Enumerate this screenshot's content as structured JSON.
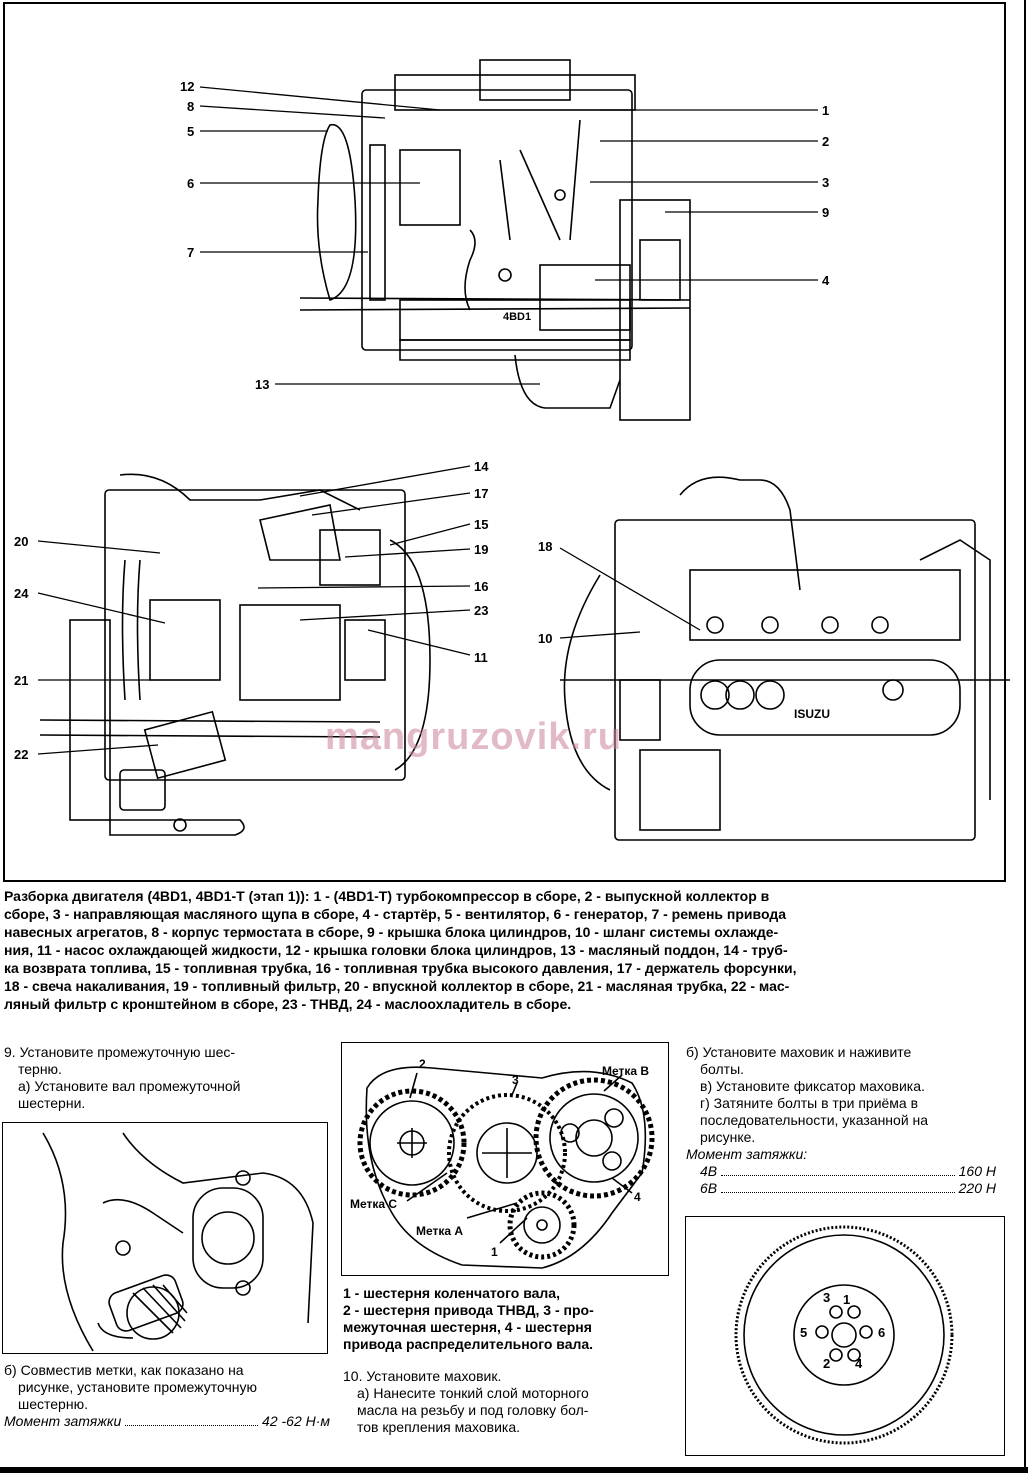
{
  "figure_callouts": {
    "top": [
      "12",
      "8",
      "5",
      "6",
      "7",
      "13",
      "1",
      "2",
      "3",
      "9",
      "4"
    ],
    "left": [
      "14",
      "17",
      "15",
      "19",
      "16",
      "23",
      "11",
      "20",
      "24",
      "21",
      "22"
    ],
    "right": [
      "18",
      "10"
    ],
    "engine_plate": "4BD1",
    "brand_plate": "ISUZU"
  },
  "watermark": "mangruzovik.ru",
  "caption_lines": [
    "Разборка двигателя (4BD1, 4BD1-T (этап 1)): 1 - (4BD1-T) турбокомпрессор в сборе, 2 - выпускной коллектор в",
    "сборе, 3 - направляющая масляного щупа в сборе, 4 - стартёр, 5 - вентилятор, 6 - генератор, 7 - ремень привода",
    "навесных агрегатов, 8 - корпус термостата в сборе, 9 - крышка блока цилиндров, 10 - шланг системы охлажде-",
    "ния, 11 - насос охлаждающей жидкости, 12 - крышка головки блока цилиндров, 13 - масляный поддон, 14 - труб-",
    "ка возврата топлива, 15 - топливная трубка, 16 - топливная трубка высокого давления, 17 - держатель форсунки,",
    "18 - свеча накаливания, 19 - топливный фильтр, 20 - впускной коллектор в сборе, 21 - масляная трубка, 22 - мас-",
    "ляный фильтр с кронштейном в сборе, 23 - ТНВД, 24 - маслоохладитель в сборе."
  ],
  "col1": {
    "step9_line1": "9. Установите промежуточную шес-",
    "step9_line2": "терню.",
    "a_line1": "а) Установите вал промежуточной",
    "a_line2": "шестерни.",
    "b_line1": "б) Совместив метки, как показано на",
    "b_line2": "рисунке, установите промежуточную",
    "b_line3": "шестерню.",
    "torque_label": "Момент затяжки",
    "torque_value": "42 -62 Н·м"
  },
  "gear_diagram": {
    "labels": [
      "2",
      "3",
      "Метка B",
      "Метка C",
      "Метка A",
      "1",
      "4"
    ]
  },
  "col2": {
    "gear_caption": [
      "1 - шестерня коленчатого вала,",
      "2 - шестерня привода ТНВД, 3 - про-",
      "межуточная шестерня, 4 - шестерня",
      "привода распределительного вала."
    ],
    "step10": "10. Установите маховик.",
    "a_line1": "а) Нанесите тонкий слой моторного",
    "a_line2": "масла на резьбу и под головку бол-",
    "a_line3": "тов крепления маховика."
  },
  "col3": {
    "b_line1": "б) Установите маховик и наживите",
    "b_line2": "болты.",
    "c_line": "в) Установите фиксатор маховика.",
    "g_line1": "г) Затяните болты в три приёма в",
    "g_line2": "последовательности, указанной на",
    "g_line3": "рисунке.",
    "torque_label": "Момент затяжки:",
    "rows": [
      {
        "engine": "4B",
        "value": "160 Н"
      },
      {
        "engine": "6B",
        "value": "220 Н"
      }
    ],
    "bolt_numbers": [
      "3",
      "1",
      "5",
      "6",
      "2",
      "4"
    ]
  }
}
